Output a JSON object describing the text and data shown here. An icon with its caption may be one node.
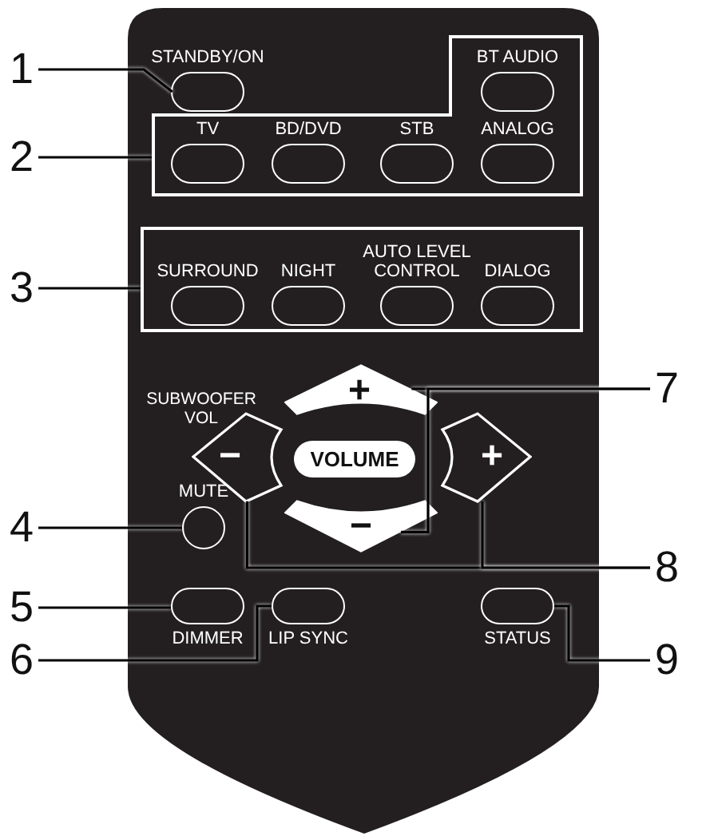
{
  "diagram": {
    "nodes": [
      {
        "text": [
          "1"
        ]
      },
      {
        "text": [
          "STANDBY/ON"
        ]
      },
      {
        "text": [
          "2"
        ]
      },
      {
        "text": [],
        "shape": "box"
      },
      {
        "text": [
          "BT AUDIO"
        ],
        "in": 3
      },
      {
        "text": [
          "TV"
        ],
        "in": 3
      },
      {
        "text": [
          "BD/DVD"
        ],
        "in": 3
      },
      {
        "text": [
          "STB"
        ],
        "in": 3
      },
      {
        "text": [
          "ANALOG"
        ],
        "in": 3
      },
      {
        "text": [
          "3"
        ]
      },
      {
        "text": [],
        "shape": "box"
      },
      {
        "text": [
          "SURROUND"
        ],
        "in": 10
      },
      {
        "text": [
          "NIGHT"
        ],
        "in": 10
      },
      {
        "text": [
          "AUTO LEVEL CONTROL"
        ],
        "in": 10
      },
      {
        "text": [
          "DIALOG"
        ],
        "in": 10
      },
      {
        "text": [
          "7"
        ]
      },
      {
        "text": [
          "+"
        ]
      },
      {
        "text": [
          "−"
        ]
      },
      {
        "text": [
          "VOLUME"
        ]
      },
      {
        "text": [
          "+"
        ]
      },
      {
        "text": [
          "4"
        ]
      },
      {
        "text": [
          "MUTE"
        ]
      },
      {
        "text": [
          "−"
        ]
      },
      {
        "text": [
          "8"
        ]
      },
      {
        "text": [
          "5"
        ]
      },
      {
        "text": [
          "DIMMER"
        ]
      },
      {
        "text": [
          "6"
        ]
      },
      {
        "text": [
          "LIP SYNC"
        ]
      },
      {
        "text": [
          "9"
        ]
      },
      {
        "text": [
          "STATUS"
        ]
      }
    ],
    "edges": [
      {
        "from": 0,
        "to": 1,
        "arrow": "none"
      },
      {
        "from": 2,
        "to": 3,
        "arrow": "none"
      },
      {
        "from": 9,
        "to": 10,
        "arrow": "none"
      },
      {
        "from": 15,
        "to": 16,
        "arrow": "none"
      },
      {
        "from": 15,
        "to": 22,
        "arrow": "none"
      },
      {
        "from": 20,
        "to": 21,
        "arrow": "none"
      },
      {
        "from": 23,
        "to": 17,
        "arrow": "none"
      },
      {
        "from": 23,
        "to": 19,
        "arrow": "none"
      },
      {
        "from": 24,
        "to": 25,
        "arrow": "none"
      },
      {
        "from": 26,
        "to": 27,
        "arrow": "none"
      },
      {
        "from": 28,
        "to": 29,
        "arrow": "none"
      }
    ],
    "labels": [
      "SUBWOOFER VOL"
    ]
  }
}
